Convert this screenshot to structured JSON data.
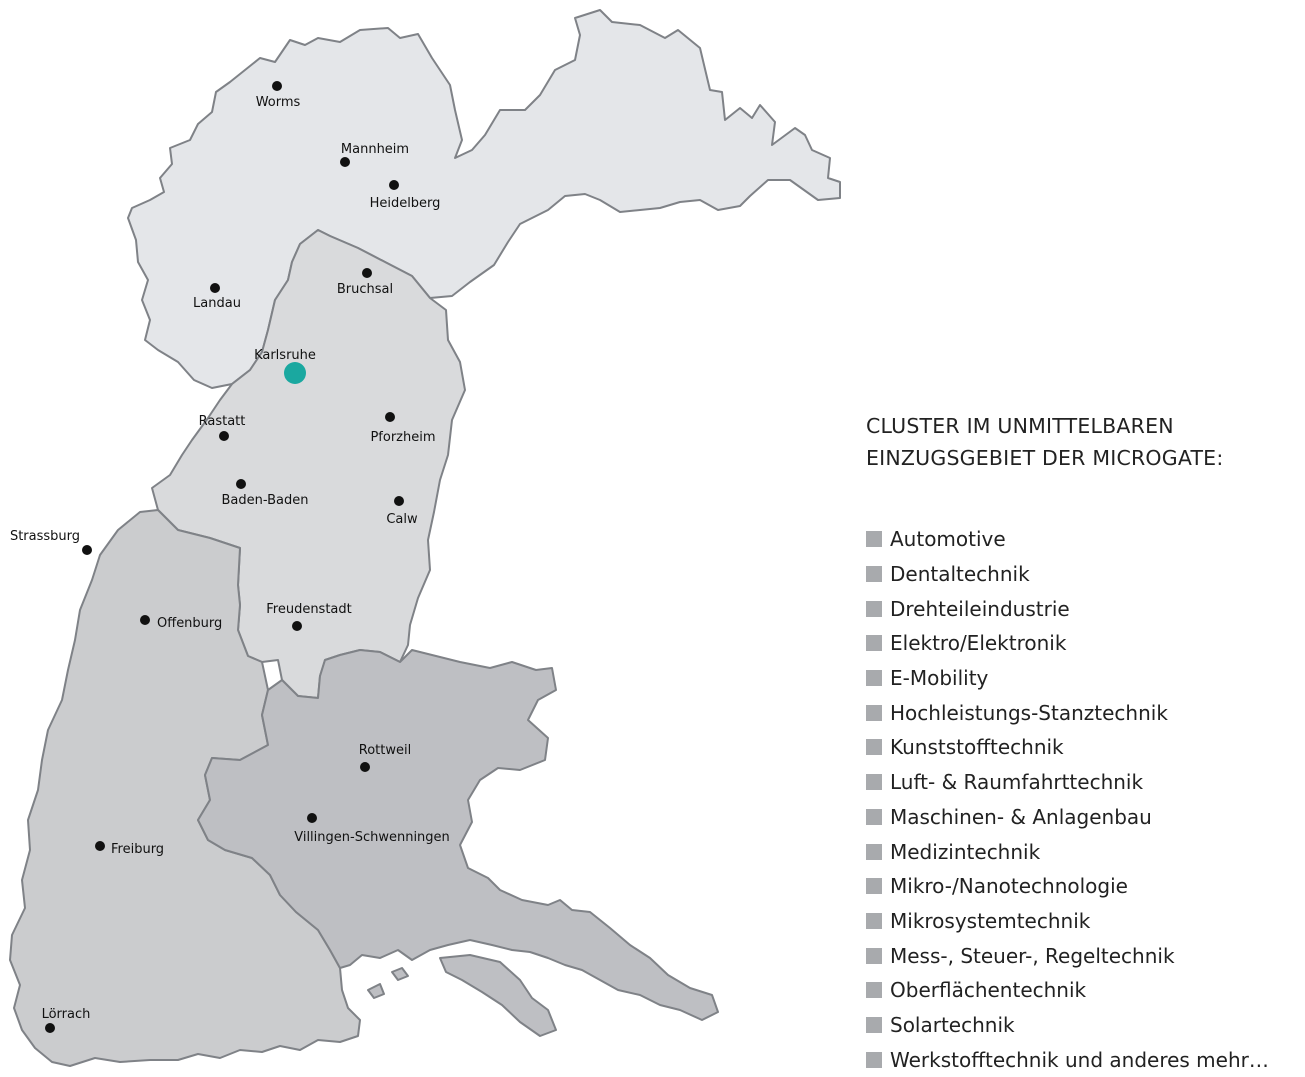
{
  "map": {
    "colors": {
      "palatinate_north": "#e4e6e9",
      "karlsruhe_region": "#d9dadc",
      "southern_upper_rhine": "#cbccce",
      "black_forest_baar": "#bebfc3",
      "outline": "#7f8287",
      "city_dot": "#111111",
      "headquarters_dot": "#1aa8a0"
    },
    "cities": [
      {
        "id": "worms",
        "label": "Worms"
      },
      {
        "id": "mannheim",
        "label": "Mannheim"
      },
      {
        "id": "heidelberg",
        "label": "Heidelberg"
      },
      {
        "id": "bruchsal",
        "label": "Bruchsal"
      },
      {
        "id": "landau",
        "label": "Landau"
      },
      {
        "id": "karlsruhe",
        "label": "Karlsruhe",
        "headquarters": true
      },
      {
        "id": "rastatt",
        "label": "Rastatt"
      },
      {
        "id": "pforzheim",
        "label": "Pforzheim"
      },
      {
        "id": "baden-baden",
        "label": "Baden-Baden"
      },
      {
        "id": "calw",
        "label": "Calw"
      },
      {
        "id": "strassburg",
        "label": "Strassburg"
      },
      {
        "id": "offenburg",
        "label": "Offenburg"
      },
      {
        "id": "freudenstadt",
        "label": "Freudenstadt"
      },
      {
        "id": "rottweil",
        "label": "Rottweil"
      },
      {
        "id": "villingen-schwenningen",
        "label": "Villingen-Schwenningen"
      },
      {
        "id": "freiburg",
        "label": "Freiburg"
      },
      {
        "id": "loerrach",
        "label": "Lörrach"
      }
    ]
  },
  "legend": {
    "title_line1": "CLUSTER IM UNMITTELBAREN",
    "title_line2": "EINZUGSGEBIET DER MICROGATE:",
    "square_color": "#a8aaad",
    "items": [
      "Automotive",
      "Dentaltechnik",
      "Drehteileindustrie",
      "Elektro/Elektronik",
      "E-Mobility",
      "Hochleistungs-Stanztechnik",
      "Kunststofftechnik",
      "Luft- & Raumfahrttechnik",
      "Maschinen- & Anlagenbau",
      "Medizintechnik",
      "Mikro-/Nanotechnologie",
      "Mikrosystemtechnik",
      "Mess-, Steuer-, Regeltechnik",
      "Oberflächentechnik",
      "Solartechnik",
      "Werkstofftechnik und anderes mehr…"
    ]
  }
}
